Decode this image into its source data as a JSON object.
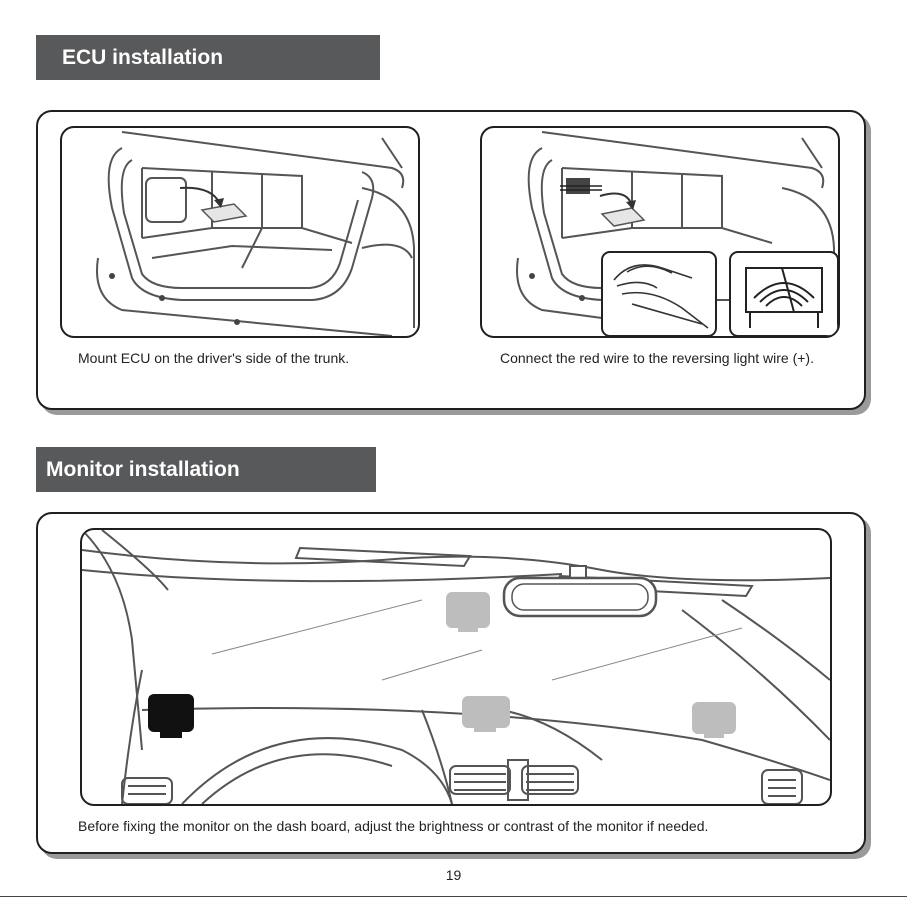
{
  "ecu_section": {
    "title": "ECU installation",
    "captions": [
      "Mount ECU on the driver's side of the trunk.",
      "Connect  the red wire to the reversing light wire (+)."
    ]
  },
  "monitor_section": {
    "title": "Monitor installation",
    "caption": "Before fixing the monitor on the dash board, adjust the brightness or contrast of the monitor if needed."
  },
  "page_number": "19"
}
